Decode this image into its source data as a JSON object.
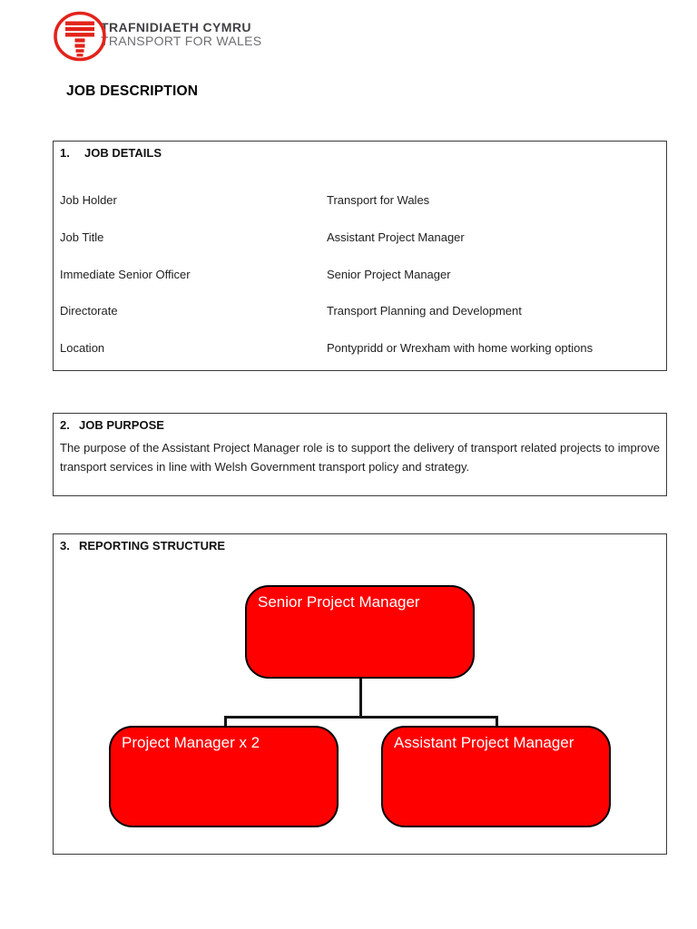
{
  "logo": {
    "line1": "TRAFNIDIAETH CYMRU",
    "line2": "TRANSPORT FOR WALES",
    "brand_red": "#e2231a",
    "line1_color": "#414042",
    "line2_color": "#6d6e71"
  },
  "title": "JOB DESCRIPTION",
  "sections": {
    "job_details": {
      "number": "1.",
      "heading": "JOB DETAILS",
      "rows": [
        {
          "label": "Job Holder",
          "value": "Transport for Wales"
        },
        {
          "label": "Job Title",
          "value": "Assistant Project Manager"
        },
        {
          "label": "Immediate Senior Officer",
          "value": "Senior Project Manager"
        },
        {
          "label": "Directorate",
          "value": "Transport Planning and Development"
        },
        {
          "label": "Location",
          "value": "Pontypridd or Wrexham with home working options"
        }
      ]
    },
    "job_purpose": {
      "number": "2.",
      "heading": "JOB PURPOSE",
      "body": "The purpose of the Assistant Project Manager role is to support the delivery of transport related projects to improve transport services in line with Welsh Government transport policy and strategy."
    },
    "reporting_structure": {
      "number": "3.",
      "heading": "REPORTING STRUCTURE",
      "chart": {
        "type": "org-chart",
        "root": "Senior Project Manager",
        "children": [
          "Project Manager x 2",
          "Assistant Project Manager"
        ],
        "node_fill": "#fe0000",
        "node_border": "#000000",
        "node_text_color": "#ffffff",
        "connector_color": "#151515"
      }
    }
  }
}
